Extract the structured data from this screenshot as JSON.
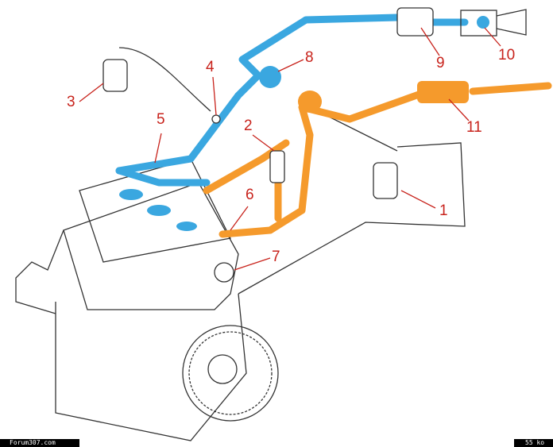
{
  "labels": {
    "l1": "1",
    "l2": "2",
    "l3": "3",
    "l4": "4",
    "l5": "5",
    "l6": "6",
    "l7": "7",
    "l8": "8",
    "l9": "9",
    "l10": "10",
    "l11": "11"
  },
  "footer": {
    "site": "Forum307.com",
    "size": "55 ko"
  },
  "colors": {
    "label": "#c8231c",
    "intake": "#3aa7e0",
    "exhaust": "#f59a2c",
    "outline": "#333333"
  }
}
